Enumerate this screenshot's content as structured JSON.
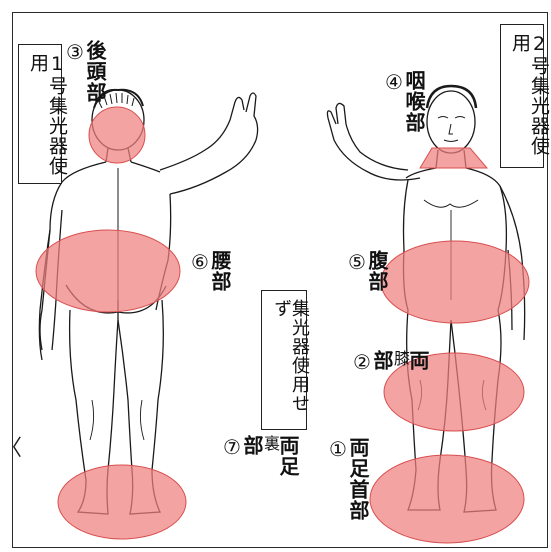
{
  "boxes": {
    "no1": "1号集光器使用",
    "no2": "2号集光器使用",
    "none": "集光器使用せず"
  },
  "labels": {
    "occipital": {
      "text": "後頭部",
      "num": "③"
    },
    "throat": {
      "text": "咽喉部",
      "num": "④"
    },
    "waist": {
      "text": "腰部",
      "num": "⑥"
    },
    "abdomen": {
      "text": "腹部",
      "num": "⑤"
    },
    "knees": {
      "text_a": "両",
      "text_b": "膝",
      "text_c": "部",
      "num": "②"
    },
    "soles": {
      "text_a": "両足",
      "text_b": "裏",
      "text_c": "部",
      "num": "⑦"
    },
    "ankles": {
      "text": "両足首部",
      "num": "①"
    }
  },
  "side_mark": "〈",
  "colors": {
    "highlight": "#f08080",
    "highlight_stroke": "#d94f4f",
    "ink": "#1a1a1a"
  }
}
